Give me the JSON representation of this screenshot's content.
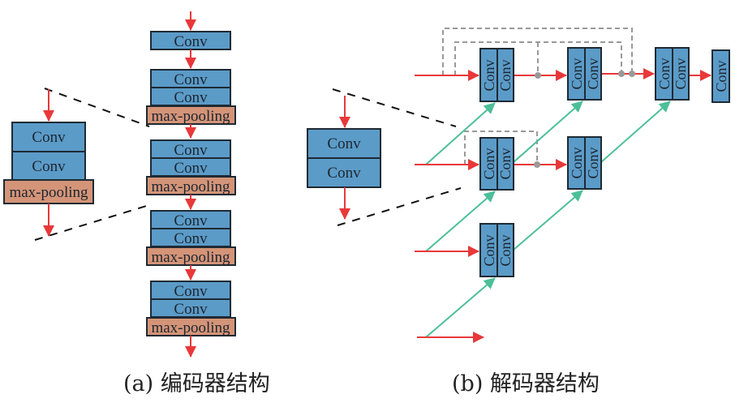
{
  "encoder": {
    "caption": "(a) 编码器结构",
    "first_block_label": "Conv",
    "conv_label": "Conv",
    "pool_label": "max-pooling",
    "stages": 4,
    "zoom_detail": {
      "labels": [
        "Conv",
        "Conv",
        "max-pooling"
      ]
    }
  },
  "decoder": {
    "caption": "(b) 解码器结构",
    "conv_label": "Conv",
    "output_label": "Conv",
    "zoom_detail": {
      "labels": [
        "Conv",
        "Conv"
      ]
    },
    "rows": [
      {
        "nodes": 3
      },
      {
        "nodes": 2
      },
      {
        "nodes": 1
      },
      {
        "nodes": 0
      }
    ]
  },
  "colors": {
    "conv_fill": "#5b9bc8",
    "pool_fill": "#d49478",
    "main_arrow": "#e8383a",
    "upsample_arrow": "#4dbf98",
    "skip_dashed": "#999999",
    "zoom_dashed": "#111111"
  }
}
